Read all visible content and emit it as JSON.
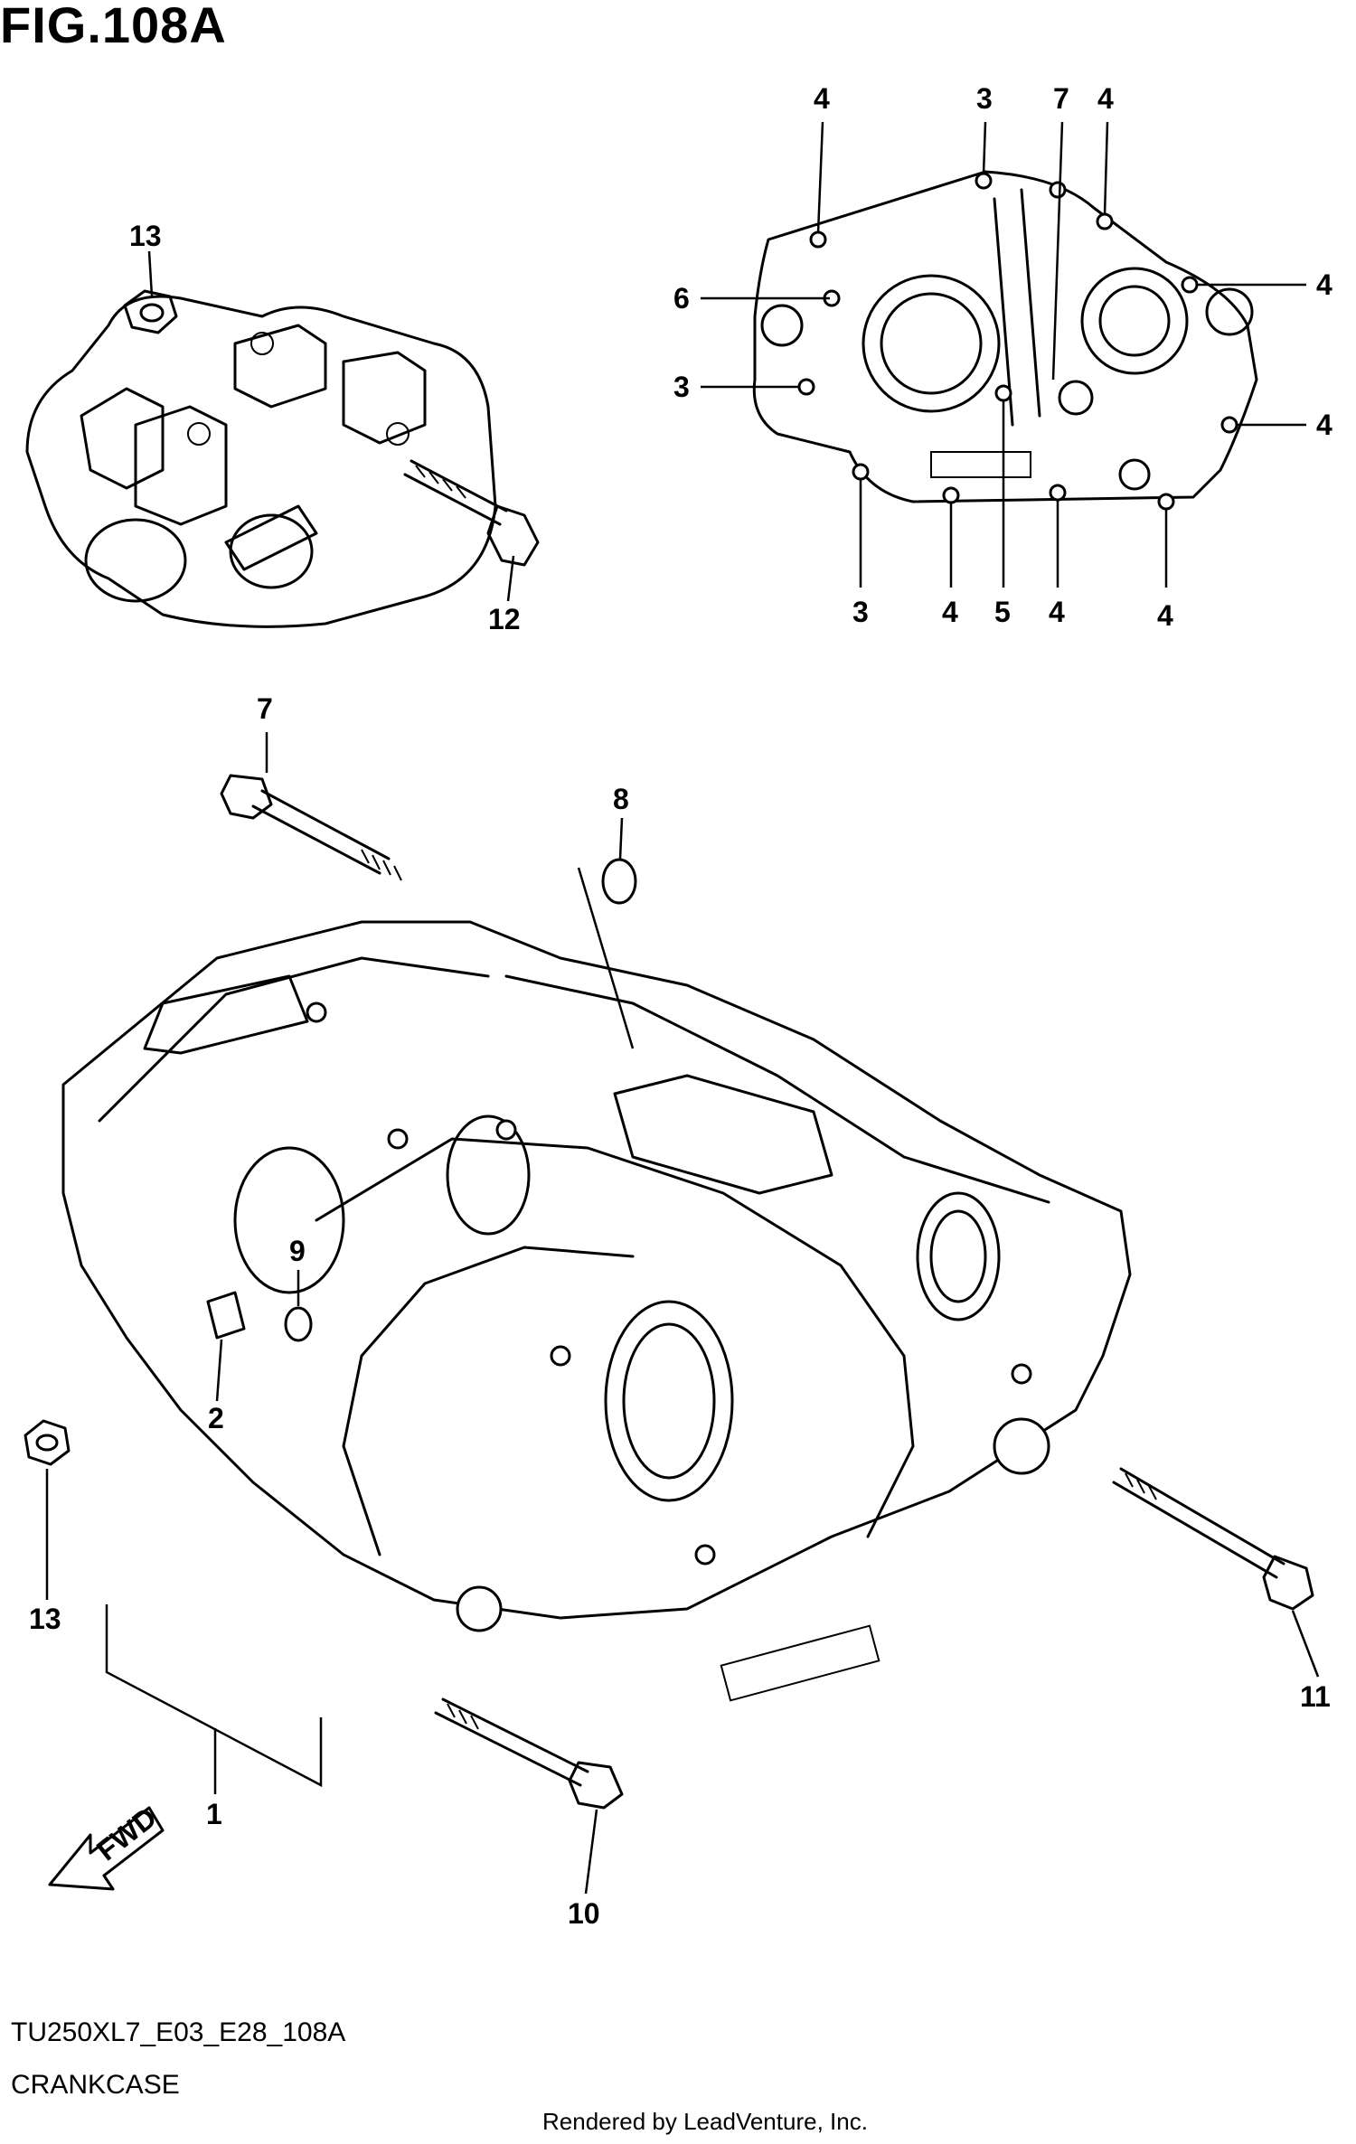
{
  "figure_title": "FIG.108A",
  "diagram_code": "TU250XL7_E03_E28_108A",
  "section_name": "CRANKCASE",
  "rendered_by": "Rendered by LeadVenture, Inc.",
  "fwd_label": "FWD",
  "callouts": {
    "c1": "1",
    "c2": "2",
    "c3a": "3",
    "c3b": "3",
    "c3c": "3",
    "c4a": "4",
    "c4b": "4",
    "c4c": "4",
    "c4d": "4",
    "c4e": "4",
    "c4f": "4",
    "c4g": "4",
    "c5": "5",
    "c6": "6",
    "c7a": "7",
    "c7b": "7",
    "c8": "8",
    "c9": "9",
    "c10": "10",
    "c11": "11",
    "c12": "12",
    "c13a": "13",
    "c13b": "13"
  }
}
